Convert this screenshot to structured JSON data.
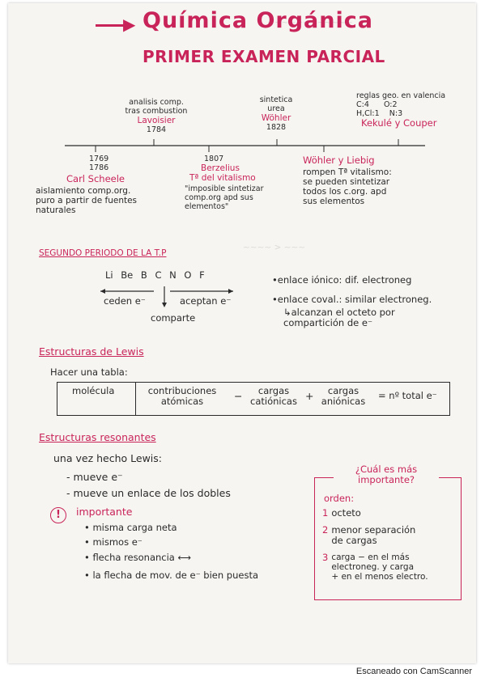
{
  "title": "Química Orgánica",
  "subtitle": "PRIMER EXAMEN PARCIAL",
  "timeline": {
    "top": [
      {
        "text": "analisis comp.\ntras combustion",
        "name": "Lavoisier",
        "year": "1784"
      },
      {
        "text": "sintetica\nurea",
        "name": "Wöhler",
        "year": "1828"
      },
      {
        "text": "reglas geo. en valencia\nC:4      O:2\nH,Cl:1    N:3",
        "name": "Kekulé y Couper",
        "year": ""
      }
    ],
    "bottom": [
      {
        "year": "1769\n1786",
        "name": "Carl Scheele",
        "text": "aislamiento comp.org.\npuro a partir de fuentes\nnaturales"
      },
      {
        "year": "1807",
        "name": "Berzelius",
        "name2": "Tª del vitalismo",
        "text": "\"imposible sintetizar\ncomp.org apd sus\nelementos\""
      },
      {
        "year": "",
        "name": "Wöhler y Liebig",
        "text": "rompen Tª vitalismo:\nse pueden sintetizar\ntodos los c.org. apd\nsus elementos"
      }
    ]
  },
  "section2": {
    "heading": "SEGUNDO PERIODO DE LA T.P",
    "elements": [
      "Li",
      "Be",
      "B",
      "C",
      "N",
      "O",
      "F"
    ],
    "ceden": "ceden e⁻",
    "aceptan": "aceptan e⁻",
    "comparte": "comparte",
    "notes": [
      "•enlace iónico: dif. electroneg",
      "•enlace coval.: similar electroneg.",
      "↳alcanzan el octeto por\ncompartición de e⁻"
    ]
  },
  "lewis": {
    "heading": "Estructuras de Lewis",
    "intro": "Hacer una tabla:",
    "cells": [
      "molécula",
      "contribuciones\natómicas",
      "−",
      "cargas\ncatiónicas",
      "+",
      "cargas\naniónicas",
      "= nº total e⁻"
    ]
  },
  "resonantes": {
    "heading": "Estructuras resonantes",
    "intro": "una vez hecho Lewis:",
    "items": [
      "- mueve e⁻",
      "- mueve un enlace de los dobles"
    ],
    "important_label": "importante",
    "important_items": [
      "• misma carga neta",
      "• mismos e⁻",
      "• flecha resonancia ⟷",
      "• la flecha de mov. de e⁻ bien puesta"
    ]
  },
  "box": {
    "title": "¿Cuál es más\nimportante?",
    "orden": "orden:",
    "items": [
      {
        "n": "1",
        "text": "octeto"
      },
      {
        "n": "2",
        "text": "menor separación\nde cargas"
      },
      {
        "n": "3",
        "text": "carga − en el más\nelectroneg. y carga\n+ en el menos electro."
      }
    ]
  },
  "footer": "Escaneado con CamScanner"
}
